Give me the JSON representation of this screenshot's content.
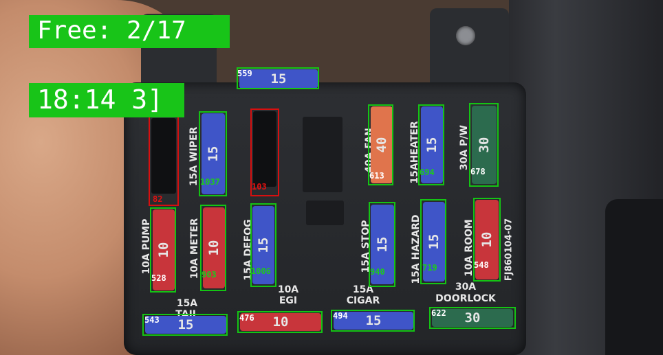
{
  "hud": {
    "free_text": "Free: 2/17",
    "time_text": "18:14 3]"
  },
  "labels": {
    "wiper": "15A WIPER",
    "fan": "40A FAN",
    "heater": "15AHEATER",
    "pw": "30A P/W",
    "pump": "10A PUMP",
    "meter": "10A METER",
    "defog": "15A DEFOG",
    "stop": "15A STOP",
    "hazard": "15A HAZARD",
    "room": "10A ROOM",
    "part_number": "FJ860104-07",
    "tail": "15A TAIL",
    "egi": "10A EGI",
    "cigar": "15A CIGAR",
    "doorlock": "30A DOORLOCK"
  },
  "fuses": {
    "top": "15",
    "wiper": "15",
    "fan": "40",
    "heater": "15",
    "pw": "30",
    "pump": "10",
    "meter": "10",
    "defog": "15",
    "stop": "15",
    "hazard": "15",
    "room": "10",
    "tail": "15",
    "egi": "10",
    "cigar": "15",
    "doorlock": "30"
  },
  "detections": {
    "top": "559",
    "empty1": "82",
    "wiper": "1037",
    "empty2": "103",
    "fan": "613",
    "heater": "694",
    "pw": "678",
    "pump": "528",
    "meter": "903",
    "defog": "1006",
    "stop": "940",
    "hazard": "719",
    "room": "548",
    "tail": "543",
    "egi": "476",
    "cigar": "494",
    "doorlock": "622"
  },
  "colors": {
    "detection_ok": "#14c414",
    "detection_empty": "#d80f0f",
    "fuse_blue": "#3f55c8",
    "fuse_red": "#c8353b",
    "fuse_orange": "#e0744c",
    "fuse_green": "#2c6b4e"
  }
}
